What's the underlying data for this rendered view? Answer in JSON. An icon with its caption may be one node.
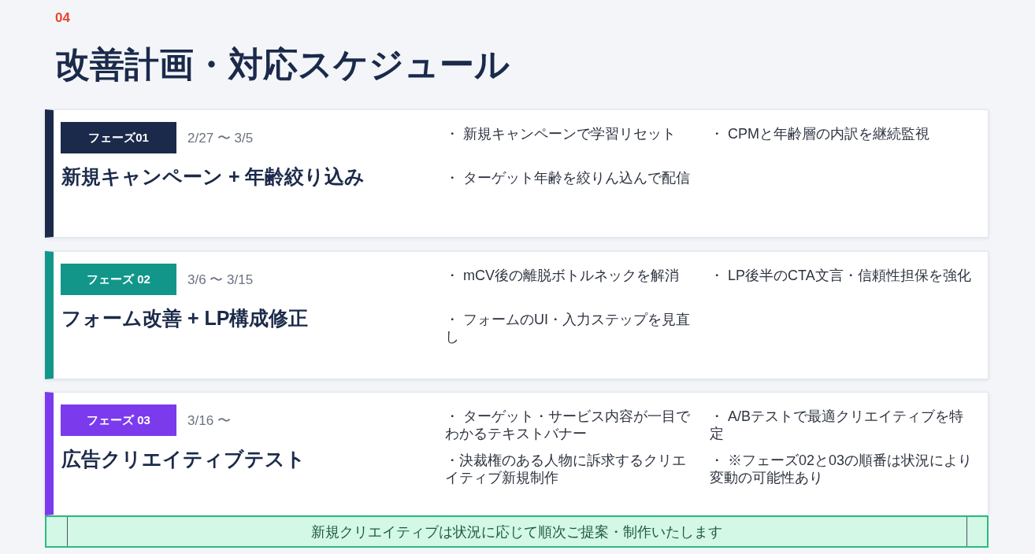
{
  "diagram": {
    "title": "改善計画・対応スケジュール",
    "nodes": [
      {
        "text": [
          "新規キャンペーン + 年齢絞り込み",
          "・ 新規キャンペーンで学習リセット",
          "・ CPMと年齢層の内訳を継続監視",
          "・ ターゲット年齢を絞りん込んで配信"
        ]
      },
      {
        "text": [
          "フェーズ01"
        ],
        "in": 0,
        "beside": [
          "2/27 〜 3/5"
        ]
      },
      {
        "text": [
          "フォーム改善 + LP構成修正",
          "・ mCV後の離脱ボトルネックを解消",
          "・ LP後半のCTA文言・信頼性担保を強化",
          "・ フォームのUI・入力ステップを見直し"
        ]
      },
      {
        "text": [
          "フェーズ 02"
        ],
        "in": 2,
        "beside": [
          "3/6 〜 3/15"
        ]
      },
      {
        "text": [
          "広告クリエイティブテスト",
          "・ ターゲット・サービス内容が一目でわかるテキストバナー",
          "・ A/Bテストで最適クリエイティブを特定",
          "・決裁権のある人物に訴求するクリエイティブ新規制作",
          "・ ※フェーズ02と03の順番は状況により変動の可能性あり"
        ]
      },
      {
        "text": [
          "フェーズ 03"
        ],
        "in": 4,
        "beside": [
          "3/16 〜"
        ]
      },
      {
        "text": [
          "新規クリエイティブは状況に応じて順次ご提案・制作いたします"
        ]
      }
    ],
    "labels": [
      "04"
    ]
  }
}
